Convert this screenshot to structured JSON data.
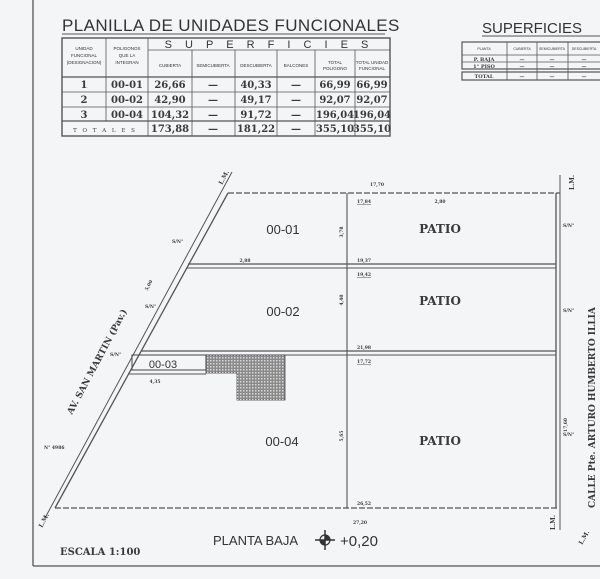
{
  "planilla": {
    "title": "PLANILLA DE UNIDADES FUNCIONALES",
    "headers": {
      "unidad": [
        "UNIDAD",
        "FUNCIONAL",
        "(DESIGNACION)"
      ],
      "poligonos": [
        "POLIGONOS",
        "QUE LA",
        "INTEGRAN"
      ],
      "superficies": "S U P E R F I C I E S",
      "cols": [
        "CUBIERTA",
        "SEMICUBIERTA",
        "DESCUBIERTA",
        "BALCONES"
      ],
      "total_poligono": [
        "TOTAL",
        "POLIGONO"
      ],
      "total_unidad": [
        "TOTAL UNIDAD",
        "FUNCIONAL"
      ]
    },
    "rows": [
      {
        "uf": "1",
        "poligono": "00-01",
        "cubierta": "26,66",
        "semicubierta": "—",
        "descubierta": "40,33",
        "balcones": "—",
        "total_poligono": "66,99",
        "total_unidad": "66,99"
      },
      {
        "uf": "2",
        "poligono": "00-02",
        "cubierta": "42,90",
        "semicubierta": "—",
        "descubierta": "49,17",
        "balcones": "—",
        "total_poligono": "92,07",
        "total_unidad": "92,07"
      },
      {
        "uf": "3",
        "poligono": "00-04",
        "cubierta": "104,32",
        "semicubierta": "—",
        "descubierta": "91,72",
        "balcones": "—",
        "total_poligono": "196,04",
        "total_unidad": "196,04"
      }
    ],
    "totals": {
      "label": "T O T A L E S",
      "cubierta": "173,88",
      "semicubierta": "—",
      "descubierta": "181,22",
      "balcones": "—",
      "total_poligono": "355,10",
      "total_unidad": "355,10"
    }
  },
  "superficies": {
    "title": "SUPERFICIES",
    "headers": [
      "PLANTA",
      "CUBIERTA",
      "SEMICUBIERTA",
      "DESCUBIERTA"
    ],
    "rows": [
      {
        "planta": "P. BAJA",
        "values": [
          "—",
          "—",
          "—"
        ]
      },
      {
        "planta": "1° PISO",
        "values": [
          "—",
          "—",
          "—"
        ]
      }
    ],
    "total": {
      "planta": "TOTAL",
      "values": [
        "—",
        "—",
        "—"
      ]
    }
  },
  "plan": {
    "units": {
      "u1": "00-01",
      "u2": "00-02",
      "u3": "00-03",
      "u4": "00-04"
    },
    "patio": "PATIO",
    "street_left": "AV. SAN MARTIN (Pav.)",
    "street_right": "CALLE Pte. ARTURO HUMBERTO ILLIA",
    "lm": "L.M.",
    "sn": "S/N°",
    "numero": "N° 4986",
    "dims": {
      "top": "17,70",
      "bottom": "27,20",
      "right": "17,60",
      "d1": "17,84",
      "d2": "19,37",
      "d3": "19,42",
      "d4": "21,98",
      "d5": "17,72",
      "d6": "26,52",
      "d7": "4,35",
      "d8": "5,00",
      "d9": "2,88",
      "d10": "5,65",
      "d11": "4,40",
      "d12": "3,78",
      "d13": "2,80"
    },
    "level_label": "PLANTA BAJA",
    "level_value": "+0,20",
    "scale": "ESCALA 1:100"
  }
}
